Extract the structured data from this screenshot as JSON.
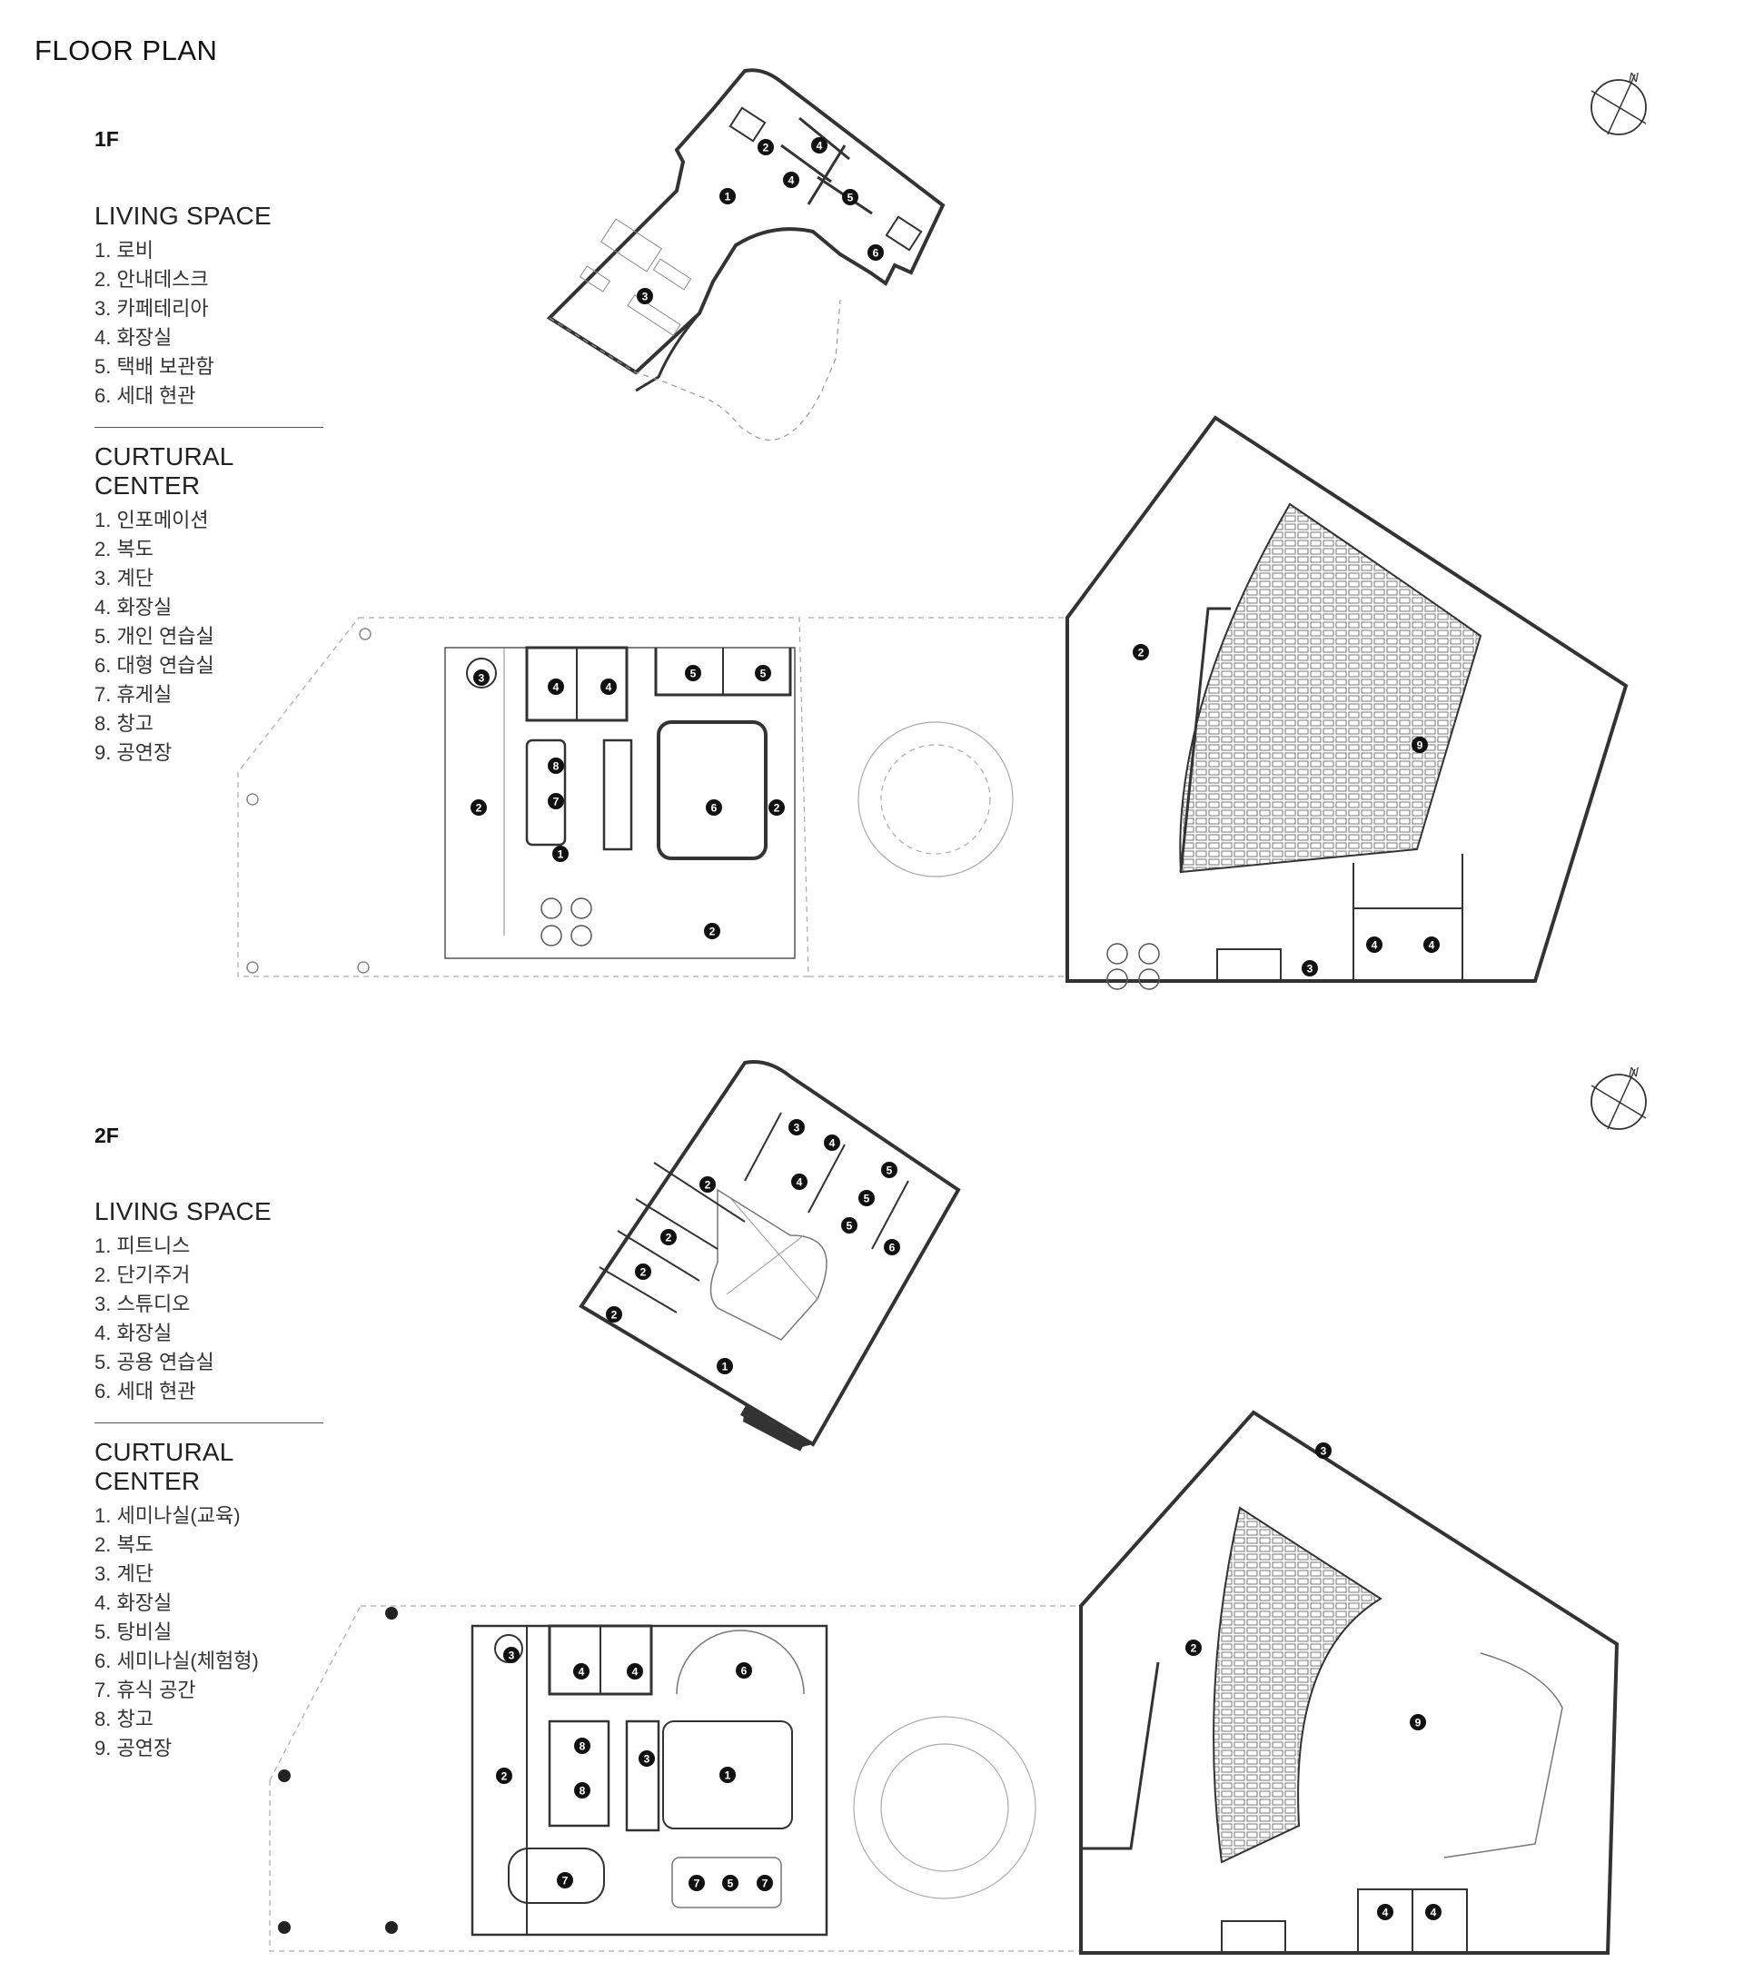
{
  "title": "FLOOR PLAN",
  "floors": [
    {
      "label": "1F",
      "living_space": {
        "title": "LIVING SPACE",
        "items": [
          "1. 로비",
          "2. 안내데스크",
          "3. 카페테리아",
          "4. 화장실",
          "5. 택배 보관함",
          "6. 세대 현관"
        ]
      },
      "cultural_center": {
        "title": "CURTURAL CENTER",
        "items": [
          "1. 인포메이션",
          "2. 복도",
          "3. 계단",
          "4. 화장실",
          "5. 개인 연습실",
          "6. 대형 연습실",
          "7. 휴게실",
          "8. 창고",
          "9. 공연장"
        ]
      },
      "compass_label": "N"
    },
    {
      "label": "2F",
      "living_space": {
        "title": "LIVING SPACE",
        "items": [
          "1. 피트니스",
          "2. 단기주거",
          "3. 스튜디오",
          "4. 화장실",
          "5. 공용 연습실",
          "6. 세대 현관"
        ]
      },
      "cultural_center": {
        "title": "CURTURAL CENTER",
        "items": [
          "1. 세미나실(교육)",
          "2. 복도",
          "3. 계단",
          "4. 화장실",
          "5. 탕비실",
          "6. 세미나실(체험형)",
          "7. 휴식 공간",
          "8. 창고",
          "9. 공연장"
        ]
      },
      "compass_label": "N"
    }
  ],
  "plan_markers": {
    "f1_living": [
      "1",
      "2",
      "3",
      "4",
      "4",
      "5",
      "6"
    ],
    "f1_cultural": [
      "1",
      "2",
      "2",
      "2",
      "2",
      "3",
      "3",
      "4",
      "4",
      "4",
      "4",
      "5",
      "5",
      "6",
      "7",
      "8",
      "9"
    ],
    "f2_living": [
      "1",
      "2",
      "2",
      "2",
      "2",
      "3",
      "4",
      "4",
      "5",
      "5",
      "5",
      "6"
    ],
    "f2_cultural": [
      "1",
      "2",
      "2",
      "3",
      "3",
      "3",
      "4",
      "4",
      "4",
      "4",
      "5",
      "6",
      "7",
      "7",
      "7",
      "8",
      "8",
      "9"
    ]
  }
}
